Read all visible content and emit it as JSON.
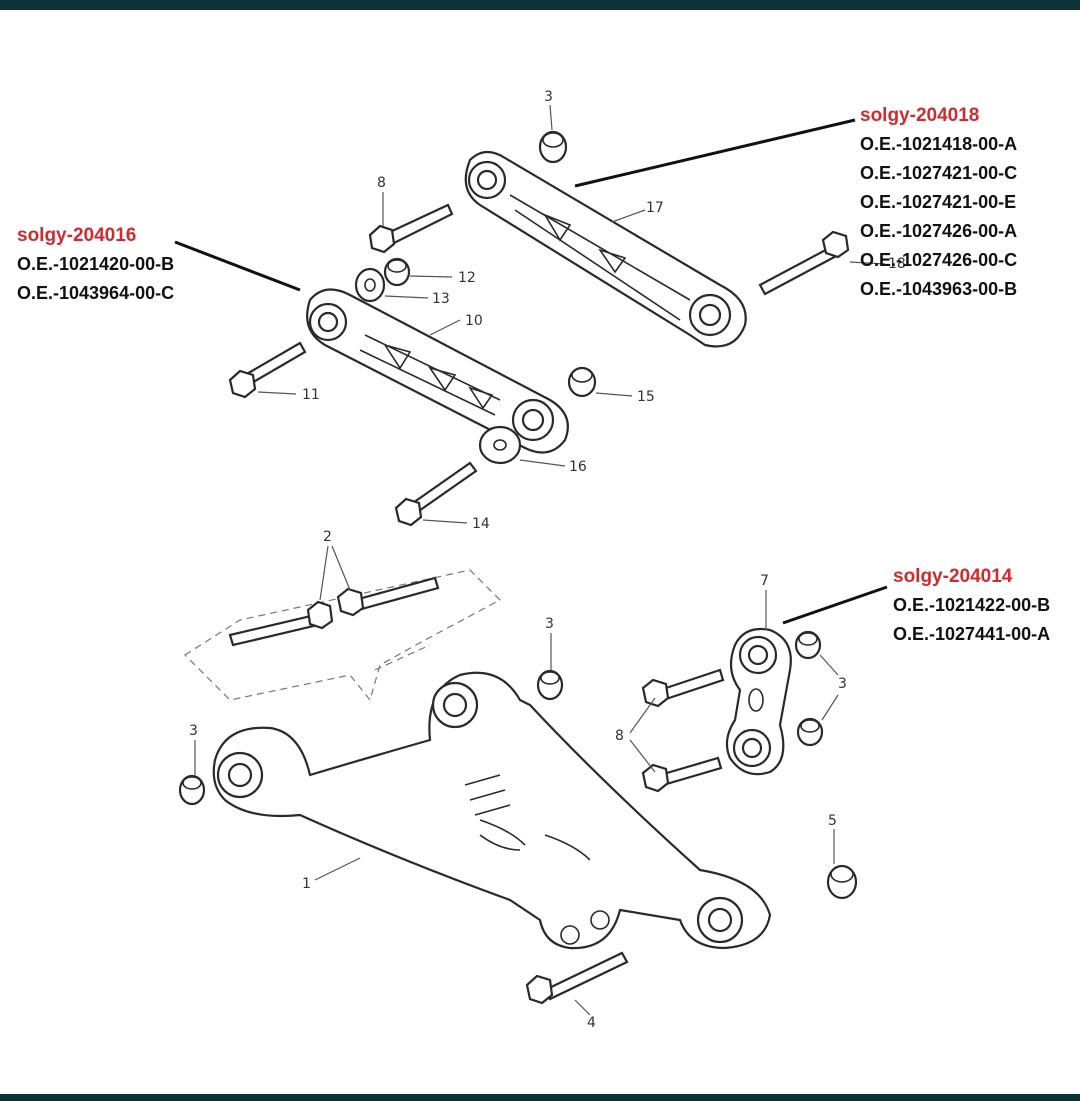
{
  "callouts": [
    {
      "part_no": "solgy-204018",
      "oe": [
        "O.E.-1021418-00-A",
        "O.E.-1027421-00-C",
        "O.E.-1027421-00-E",
        "O.E.-1027426-00-A",
        "O.E.-1027426-00-C",
        "O.E.-1043963-00-B"
      ]
    },
    {
      "part_no": "solgy-204016",
      "oe": [
        "O.E.-1021420-00-B",
        "O.E.-1043964-00-C"
      ]
    },
    {
      "part_no": "solgy-204014",
      "oe": [
        "O.E.-1021422-00-B",
        "O.E.-1027441-00-A"
      ]
    }
  ],
  "labels": {
    "l1": "1",
    "l2": "2",
    "l3a": "3",
    "l3b": "3",
    "l3c": "3",
    "l3d": "3",
    "l4": "4",
    "l5": "5",
    "l7": "7",
    "l8a": "8",
    "l8b": "8",
    "l10": "10",
    "l11": "11",
    "l12": "12",
    "l13": "13",
    "l14": "14",
    "l15": "15",
    "l16": "16",
    "l17": "17",
    "l18": "18"
  },
  "colors": {
    "frame_bar": "#0d3236",
    "part_no": "#d42a2e",
    "oe_text": "#111111"
  }
}
